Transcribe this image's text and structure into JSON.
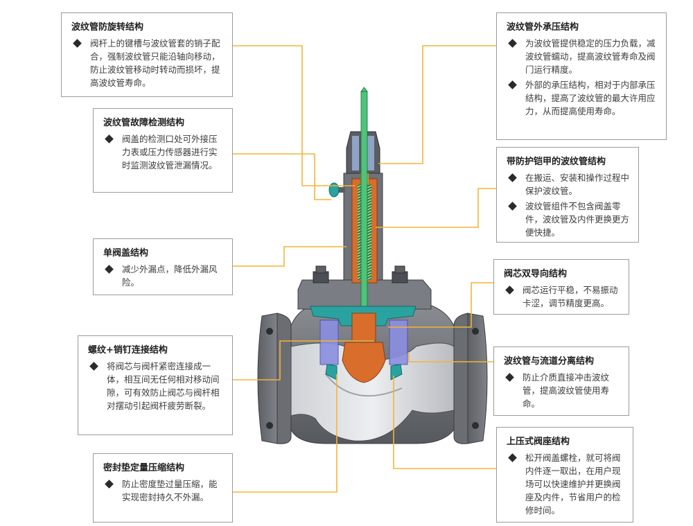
{
  "accent_color": "#f5b335",
  "callouts": [
    {
      "id": "bellows-anti-rotation",
      "title": "波纹管防旋转结构",
      "items": [
        "阀杆上的键槽与波纹管套的销子配合，强制波纹管只能沿轴向移动，防止波纹管移动时转动而损坏，提高波纹管寿命。"
      ]
    },
    {
      "id": "bellows-fault-detection",
      "title": "波纹管故障检测结构",
      "items": [
        "阀盖的检测口处可外接压力表或压力传感器进行实时监测波纹管泄漏情况。"
      ]
    },
    {
      "id": "single-bonnet",
      "title": "单阀盖结构",
      "items": [
        "减少外漏点，降低外漏风险。"
      ]
    },
    {
      "id": "thread-pin-connection",
      "title": "螺纹+销钉连接结构",
      "items": [
        "将阀芯与阀杆紧密连接成一体，相互间无任何相对移动间隙，可有效防止阀芯与阀杆相对摆动引起阀杆疲劳断裂。"
      ]
    },
    {
      "id": "gasket-compression",
      "title": "密封垫定量压缩结构",
      "items": [
        "防止密度垫过量压缩，能实现密封持久不外漏。"
      ]
    },
    {
      "id": "bellows-external-pressure",
      "title": "波纹管外承压结构",
      "items": [
        "为波纹管提供稳定的压力负载，减波纹管蠕动，提高波纹管寿命及阀门运行精度。",
        "外部的承压结构，相对于内部承压结构，提高了波纹管的最大许用应力，从而提高使用寿命。"
      ]
    },
    {
      "id": "armored-bellows",
      "title": "带防护铠甲的波纹管结构",
      "items": [
        "在搬运、安装和操作过程中保护波纹管。",
        "波纹管组件不包含阀盖零件，波纹管及内件更换更方便快捷。"
      ]
    },
    {
      "id": "double-guided-plug",
      "title": "阀芯双导向结构",
      "items": [
        "阀芯运行平稳，不易振动卡涩，调节精度更高。"
      ]
    },
    {
      "id": "bellows-flow-separation",
      "title": "波纹管与流道分离结构",
      "items": [
        "防止介质直接冲击波纹管，提高波纹管使用寿命。"
      ]
    },
    {
      "id": "top-loaded-seat",
      "title": "上压式阀座结构",
      "items": [
        "松开阀盖螺栓，就可将阀内件逐一取出，在用户现场可以快速维护并更换阀座及内件，节省用户的检修时间。"
      ]
    }
  ]
}
